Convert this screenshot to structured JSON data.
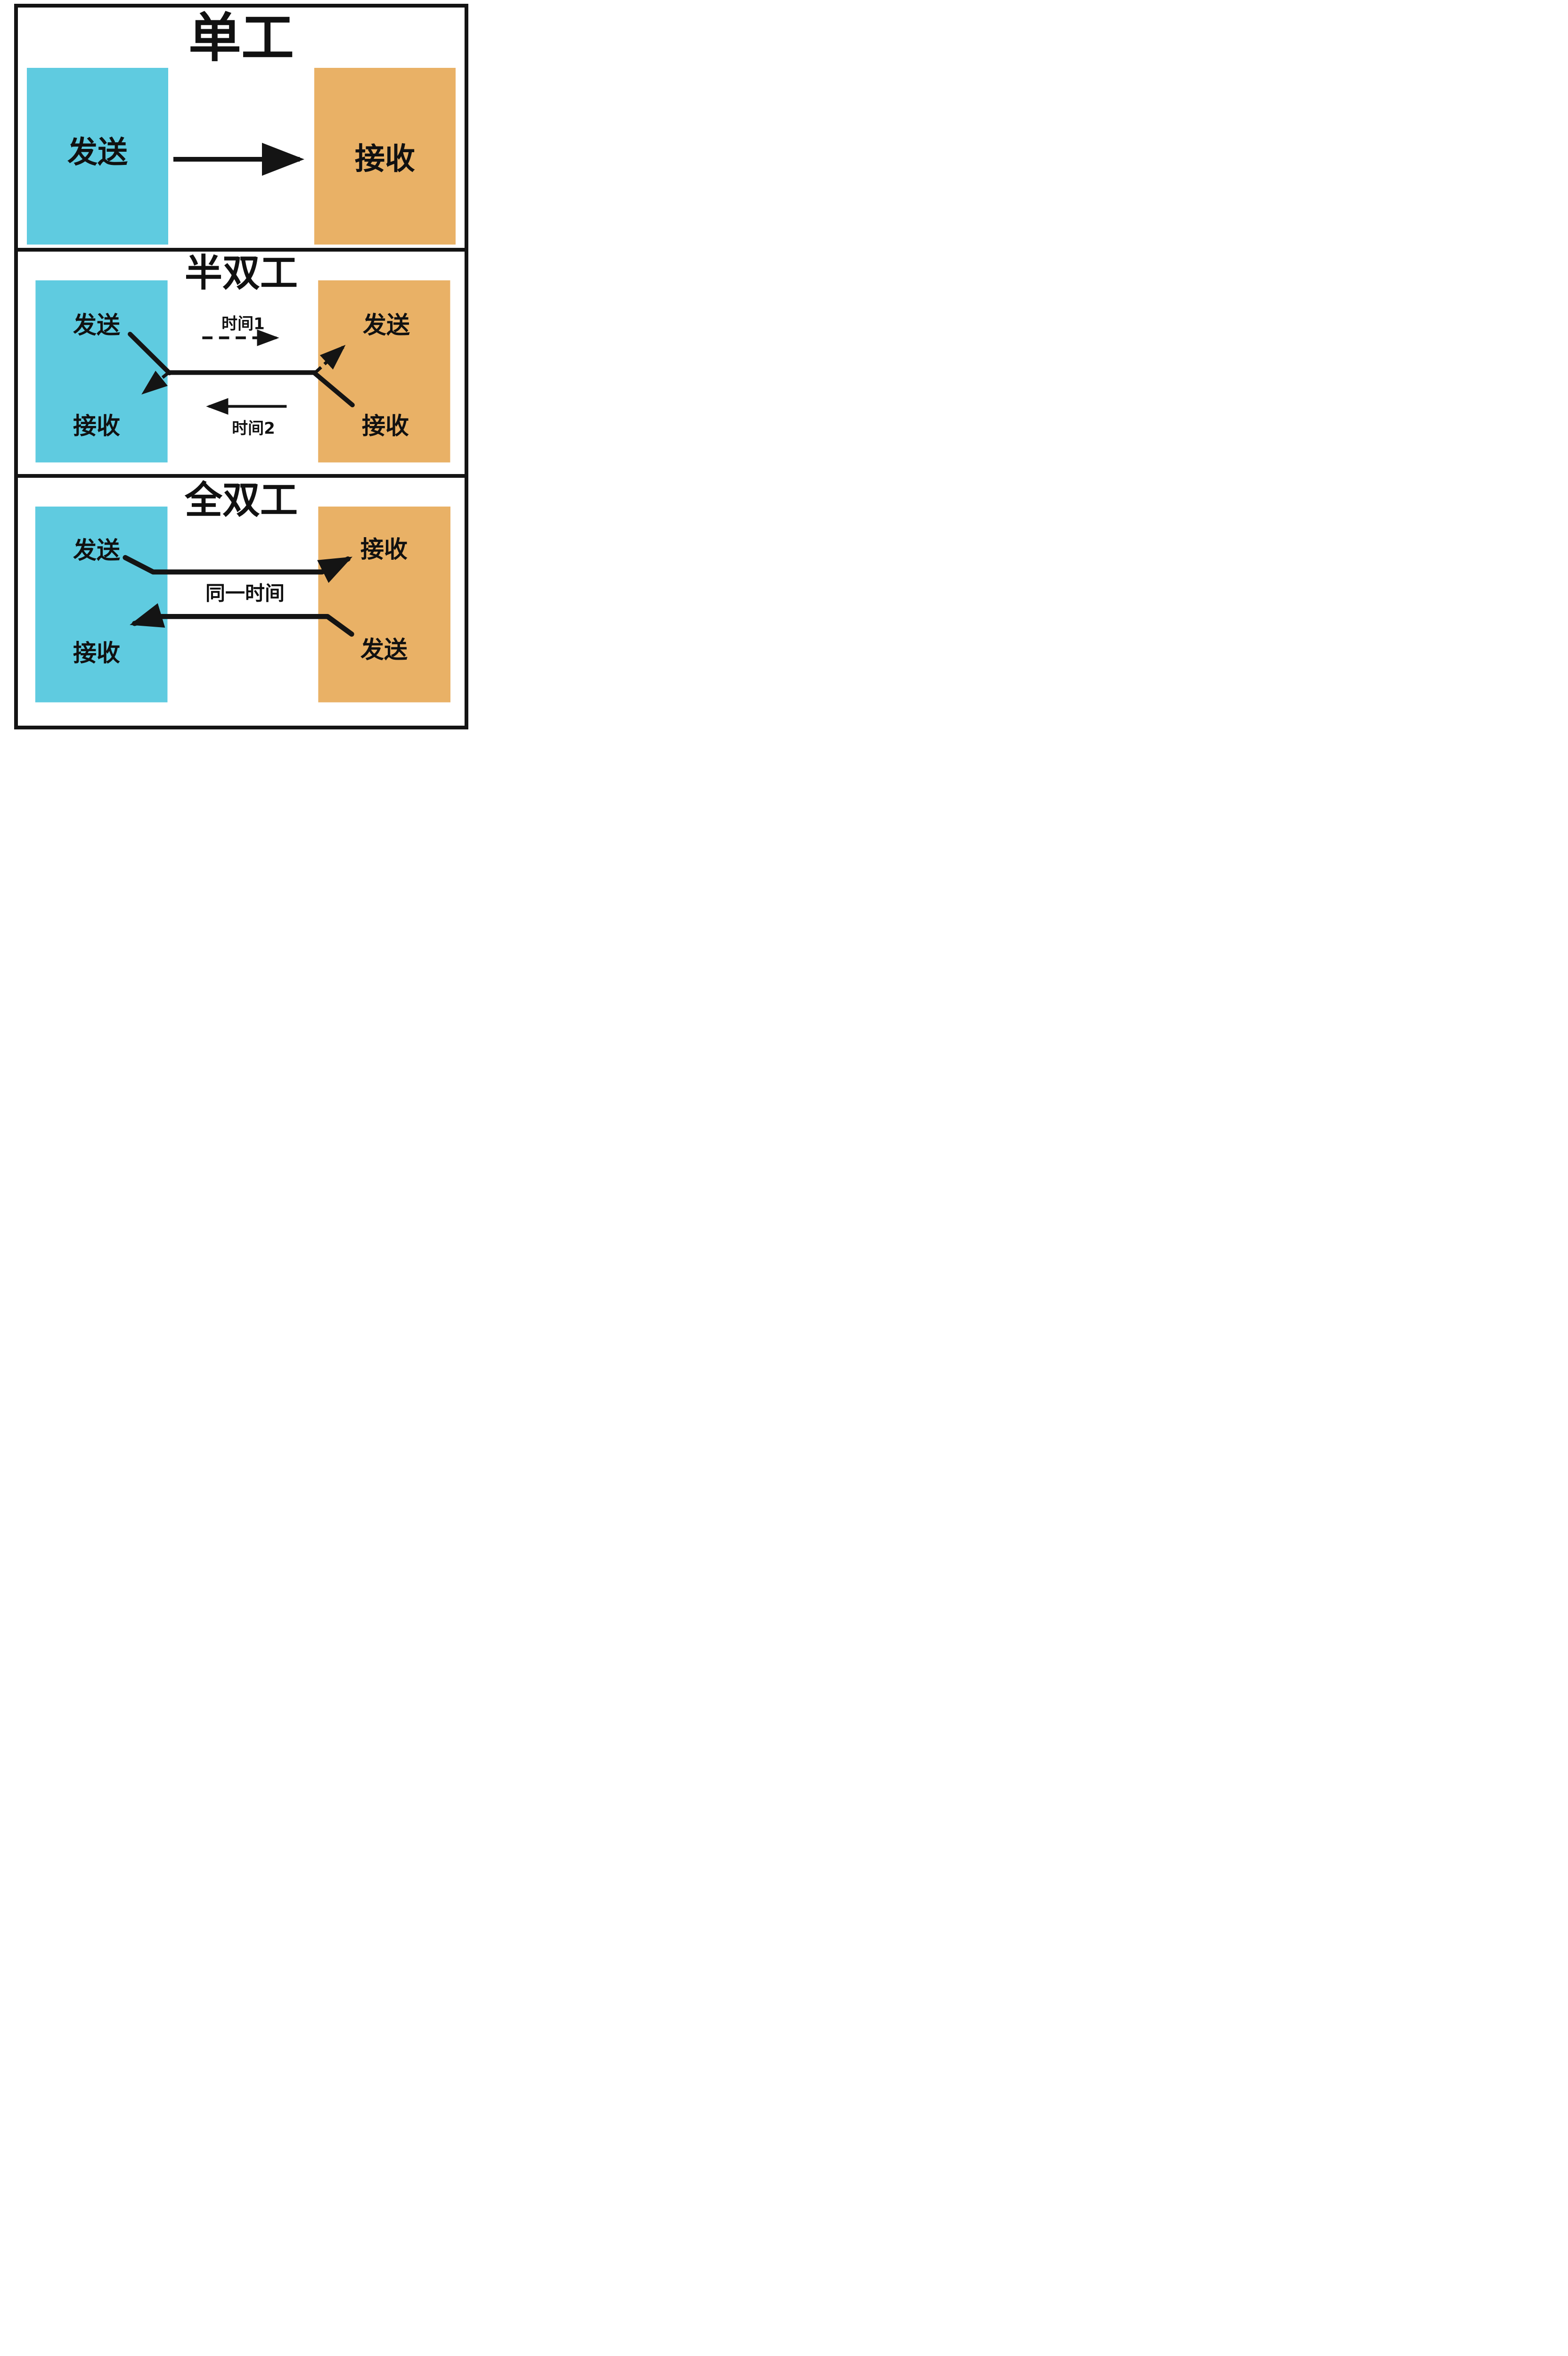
{
  "diagram": {
    "colors": {
      "sender_box": "#5fcbe0",
      "receiver_box": "#e9b166",
      "line": "#141414",
      "background": "#ffffff"
    },
    "panels": {
      "simplex": {
        "title": "单工",
        "left_box_label": "发送",
        "right_box_label": "接收"
      },
      "half_duplex": {
        "title": "半双工",
        "left_top_label": "发送",
        "left_bottom_label": "接收",
        "right_top_label": "发送",
        "right_bottom_label": "接收",
        "forward_time_label": "时间1",
        "backward_time_label": "时间2"
      },
      "full_duplex": {
        "title": "全双工",
        "left_top_label": "发送",
        "left_bottom_label": "接收",
        "right_top_label": "接收",
        "right_bottom_label": "发送",
        "center_label": "同一时间"
      }
    }
  }
}
